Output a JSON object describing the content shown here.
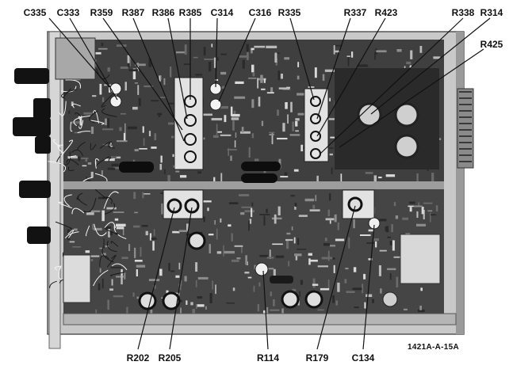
{
  "figure": {
    "figure_ref": "1421A-A-15A",
    "top_callouts": [
      "C335",
      "C333",
      "R359",
      "R387",
      "R386",
      "R385",
      "C314",
      "C316",
      "R335",
      "R337",
      "R423",
      "R338",
      "R314",
      "R425"
    ],
    "bottom_callouts": [
      "R202",
      "R205",
      "R114",
      "R179",
      "C134"
    ]
  },
  "colors": {
    "background": "#ffffff",
    "chassis": "#c9c9c9",
    "board": "#3f3f3f",
    "panel": "#d6d6d6",
    "knob": "#121212",
    "leader": "#111111"
  }
}
